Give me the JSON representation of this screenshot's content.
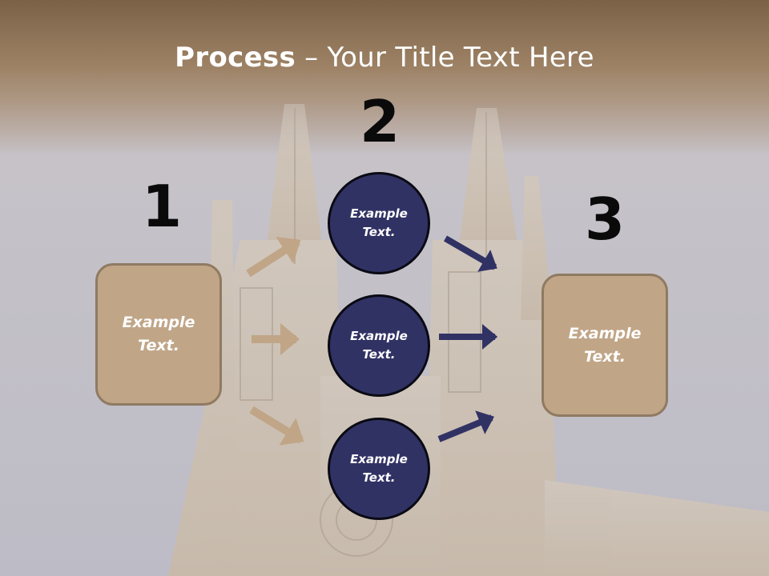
{
  "title": {
    "bold": "Process",
    "rest": " – Your Title Text Here"
  },
  "steps": [
    {
      "number": "1",
      "label": "Example\nText."
    },
    {
      "number": "2",
      "items": [
        "Example\nText.",
        "Example\nText.",
        "Example\nText."
      ]
    },
    {
      "number": "3",
      "label": "Example\nText."
    }
  ],
  "colors": {
    "tan": "#c0a587",
    "navy": "#313264",
    "title_bar": "#8f7256"
  }
}
